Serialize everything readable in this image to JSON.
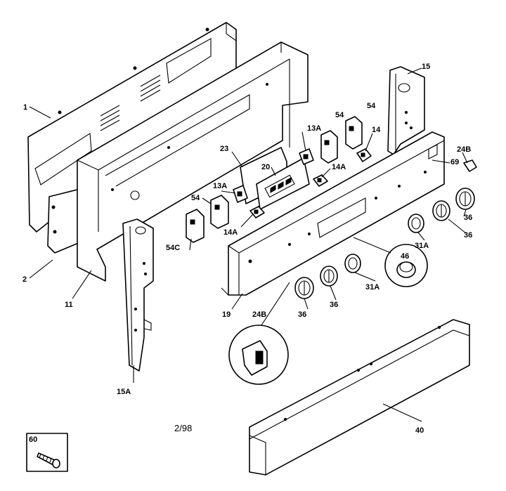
{
  "drawing_code": "2/98",
  "callouts": {
    "c1": "1",
    "c2": "2",
    "c11": "11",
    "c15": "15",
    "c15a": "15A",
    "c13a_top": "13A",
    "c13a_left": "13A",
    "c14": "14",
    "c14a_right": "14A",
    "c14a_left": "14A",
    "c19": "19",
    "c20": "20",
    "c23": "23",
    "c24b_right": "24B",
    "c24b_detail": "24B",
    "c31a_right": "31A",
    "c31a_left": "31A",
    "c36_a": "36",
    "c36_b": "36",
    "c36_c": "36",
    "c36_d": "36",
    "c40": "40",
    "c46": "46",
    "c54_top": "54",
    "c54_mid": "54",
    "c54_left": "54",
    "c54c": "54C",
    "c60": "60",
    "c69": "69"
  }
}
